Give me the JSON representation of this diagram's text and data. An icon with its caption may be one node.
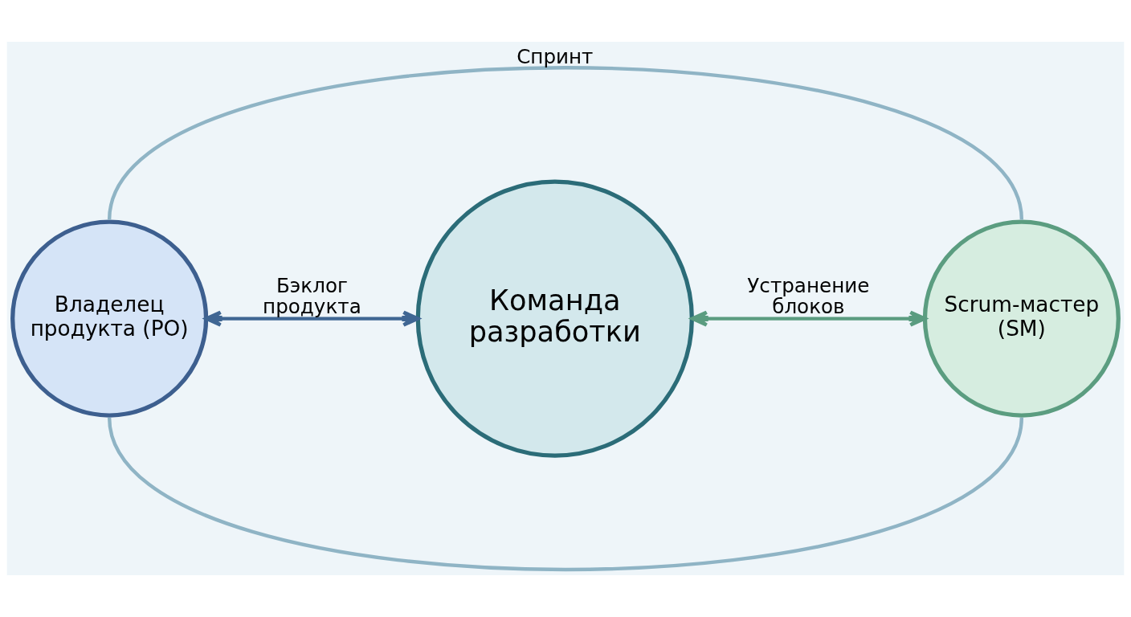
{
  "diagram": {
    "nodes": [
      {
        "text": [
          "Владелец продукта (PO)"
        ]
      },
      {
        "text": [
          "Команда разработки"
        ]
      },
      {
        "text": [
          "Scrum-мастер (SM)"
        ]
      }
    ],
    "edges": [
      {
        "from": 0,
        "to": 1,
        "arrow": "both",
        "label": "Бэклог продукта",
        "color": "#3f6693"
      },
      {
        "from": 1,
        "to": 2,
        "arrow": "both",
        "label": "Устранение блоков",
        "color": "#5a9c80"
      },
      {
        "from": 0,
        "to": 2,
        "arrow": "none",
        "label": "Спринт"
      },
      {
        "from": 0,
        "to": 2,
        "arrow": "none"
      }
    ]
  }
}
